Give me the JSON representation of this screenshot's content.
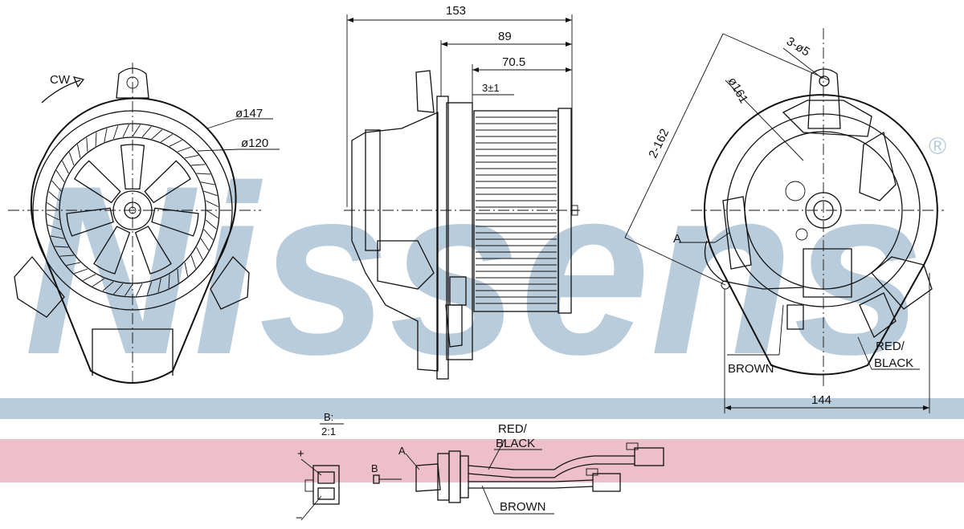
{
  "watermark": {
    "brand": "Nissens",
    "registered": "®",
    "color": "#b9ccdc"
  },
  "bands": {
    "blue": "#b9ccdc",
    "pink": "#ecbfca"
  },
  "front_view": {
    "rotation_label": "CW",
    "dia_outer": "ø147",
    "dia_inner": "ø120"
  },
  "side_view": {
    "dim_total": "153",
    "dim_89": "89",
    "dim_70_5": "70.5",
    "dim_3": "3±1"
  },
  "rear_view": {
    "holes": "3-ø5",
    "dia": "ø161",
    "pcd": "2-162",
    "point_a": "A",
    "wire_red_1": "RED/",
    "wire_red_2": "BLACK",
    "wire_brown": "BROWN",
    "width": "144"
  },
  "connector_detail": {
    "scale_title": "B:",
    "scale_ratio": "2:1",
    "plus": "+",
    "minus": "−"
  },
  "harness": {
    "point_a": "A",
    "point_b": "B",
    "red_1": "RED/",
    "red_2": "BLACK",
    "brown": "BROWN"
  }
}
